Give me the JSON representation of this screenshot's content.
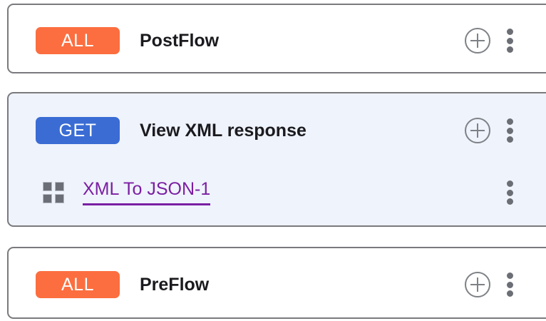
{
  "flows": [
    {
      "id": "postflow",
      "badge": {
        "label": "ALL",
        "color": "#fc6e3f"
      },
      "title": "PostFlow",
      "selected": false,
      "add_icon": "plus-circle-icon",
      "menu_icon": "kebab-menu-icon",
      "children": []
    },
    {
      "id": "view-xml-response",
      "badge": {
        "label": "GET",
        "color": "#3a6cd4"
      },
      "title": "View XML response",
      "selected": true,
      "add_icon": "plus-circle-icon",
      "menu_icon": "kebab-menu-icon",
      "children": [
        {
          "icon": "policy-grid-icon",
          "label": "XML To JSON-1",
          "color": "#7b1fa2",
          "menu_icon": "kebab-menu-icon"
        }
      ]
    },
    {
      "id": "preflow",
      "badge": {
        "label": "ALL",
        "color": "#fc6e3f"
      },
      "title": "PreFlow",
      "selected": false,
      "add_icon": "plus-circle-icon",
      "menu_icon": "kebab-menu-icon",
      "children": []
    }
  ],
  "theme": {
    "card_border": "#7a7a7e",
    "card_background": "#ffffff",
    "selected_background": "#eff3fc",
    "title_color": "#1b1b1f",
    "icon_color": "#6b6e74"
  }
}
